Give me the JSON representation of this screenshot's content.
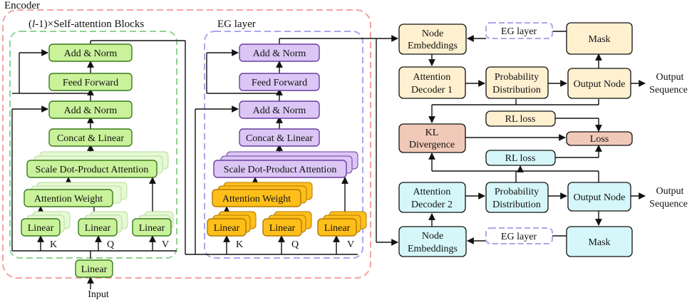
{
  "encoder": {
    "title": "Encoder",
    "self_attention_title_l": "l",
    "self_attention_title_rest": "-1)×Self-attention Blocks",
    "eg_title": "EG layer"
  },
  "left_block": {
    "add_norm_top": "Add & Norm",
    "feed_forward": "Feed Forward",
    "add_norm_mid": "Add & Norm",
    "concat_linear": "Concat & Linear",
    "scale_dot": "Scale Dot-Product Attention",
    "attention_weight": "Attention Weight",
    "linear_k": "Linear",
    "linear_q": "Linear",
    "linear_v": "Linear",
    "k": "K",
    "q": "Q",
    "v": "V",
    "input_linear": "Linear",
    "input": "Input"
  },
  "eg_block": {
    "add_norm_top": "Add & Norm",
    "feed_forward": "Feed Forward",
    "add_norm_mid": "Add & Norm",
    "concat_linear": "Concat & Linear",
    "scale_dot": "Scale Dot-Product Attention",
    "attention_weight": "Attention Weight",
    "linear_k": "Linear",
    "linear_q": "Linear",
    "linear_v": "Linear",
    "k": "K",
    "q": "Q",
    "v": "V"
  },
  "decoder_top": {
    "node_embeddings_1": "Node",
    "node_embeddings_2": "Embeddings",
    "eg_layer": "EG layer",
    "mask": "Mask",
    "attention_decoder_1": "Attention",
    "attention_decoder_2": "Decoder 1",
    "prob_dist_1": "Probability",
    "prob_dist_2": "Distribution",
    "output_node": "Output Node",
    "output_seq_1": "Output",
    "output_seq_2": "Sequence",
    "rl_loss": "RL loss"
  },
  "middle": {
    "kl_1": "KL",
    "kl_2": "Divergence",
    "loss": "Loss",
    "rl_loss": "RL loss"
  },
  "decoder_bottom": {
    "attention_decoder_1": "Attention",
    "attention_decoder_2": "Decoder 2",
    "prob_dist_1": "Probability",
    "prob_dist_2": "Distribution",
    "output_node": "Output Node",
    "output_seq_1": "Output",
    "output_seq_2": "Sequence",
    "node_embeddings_1": "Node",
    "node_embeddings_2": "Embeddings",
    "eg_layer": "EG layer",
    "mask": "Mask"
  },
  "colors": {
    "green_fill": "#c9f29b",
    "green_stroke": "#3a7a1a",
    "purple_fill": "#dcc6f5",
    "purple_stroke": "#6a3fa0",
    "orange_fill": "#ffbf1a",
    "orange_stroke": "#b07800",
    "cream_fill": "#fff0d0",
    "cyan_fill": "#d6f7fa",
    "salmon_fill": "#f1c9b8",
    "pink_dash": "#f2a3a3",
    "green_dash": "#8fd48f",
    "blue_dash": "#a9a9ee"
  }
}
